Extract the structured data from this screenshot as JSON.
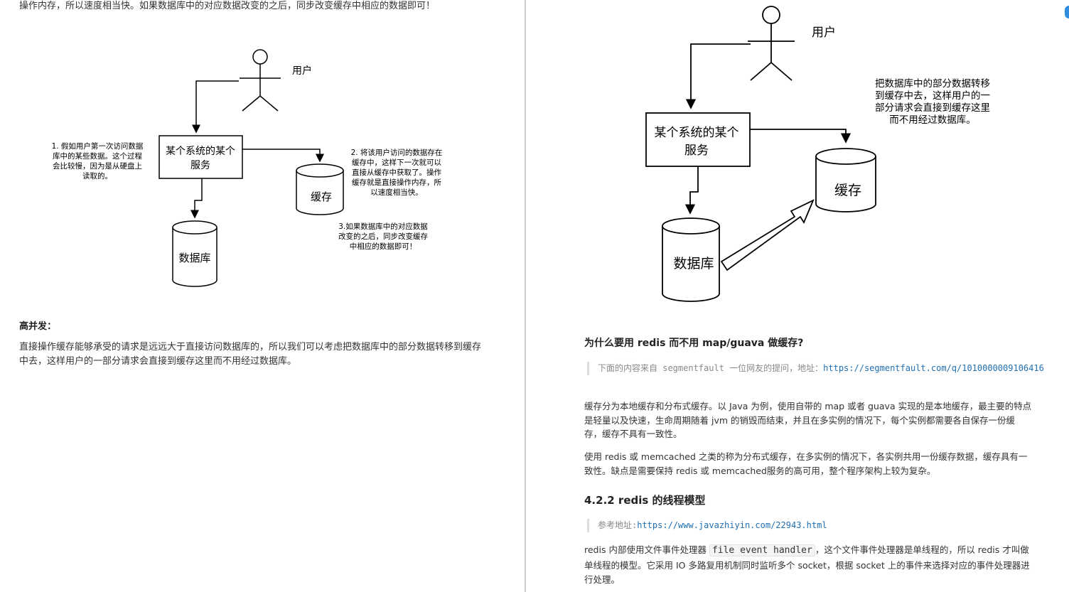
{
  "left": {
    "top_line": "操作内存，所以速度相当快。如果数据库中的对应数据改变的之后，同步改变缓存中相应的数据即可！",
    "diagram": {
      "user_label": "用户",
      "service_label_1": "某个系统的某个",
      "service_label_2": "服务",
      "cache_label": "缓存",
      "db_label": "数据库",
      "note1": [
        "1. 假如用户第一次访问数据",
        "库中的某些数据。这个过程",
        "会比较慢，因为是从硬盘上",
        "读取的。"
      ],
      "note2": [
        "2. 将该用户访问的数据存在",
        "缓存中，这样下一次就可以",
        "直接从缓存中获取了。操作",
        "缓存就是直接操作内存，所",
        "以速度相当快。"
      ],
      "note3": [
        "3.如果数据库中的对应数据",
        "改变的之后，同步改变缓存",
        "中相应的数据即可！"
      ]
    },
    "heading": "高并发：",
    "paragraph": "直接操作缓存能够承受的请求是远远大于直接访问数据库的，所以我们可以考虑把数据库中的部分数据转移到缓存中去，这样用户的一部分请求会直接到缓存这里而不用经过数据库。"
  },
  "right": {
    "diagram": {
      "user_label": "用户",
      "service_label_1": "某个系统的某个",
      "service_label_2": "服务",
      "cache_label": "缓存",
      "db_label": "数据库",
      "note": [
        "把数据库中的部分数据转移",
        "到缓存中去，这样用户的一",
        "部分请求会直接到缓存这里",
        "而不用经过数据库。"
      ]
    },
    "heading": "为什么要用 redis 而不用 map/guava 做缓存?",
    "quote1_text": "下面的内容来自 segmentfault 一位网友的提问，地址：",
    "quote1_link": "https://segmentfault.com/q/1010000009106416",
    "para1": "缓存分为本地缓存和分布式缓存。以 Java 为例，使用自带的 map 或者 guava 实现的是本地缓存，最主要的特点是轻量以及快速，生命周期随着 jvm 的销毁而结束，并且在多实例的情况下，每个实例都需要各自保存一份缓存，缓存不具有一致性。",
    "para2": "使用 redis 或 memcached 之类的称为分布式缓存，在多实例的情况下，各实例共用一份缓存数据，缓存具有一致性。缺点是需要保持 redis 或 memcached服务的高可用，整个程序架构上较为复杂。",
    "subheading": "4.2.2 redis 的线程模型",
    "quote2_text": "参考地址:",
    "quote2_link": "https://www.javazhiyin.com/22943.html",
    "para3_a": "redis 内部使用文件事件处理器",
    "para3_code": "file event handler",
    "para3_b": "，这个文件事件处理器是单线程的，所以 redis 才叫做单线程的模型。它采用 IO 多路复用机制同时监听多个 socket，根据 socket 上的事件来选择对应的事件处理器进行处理。"
  }
}
